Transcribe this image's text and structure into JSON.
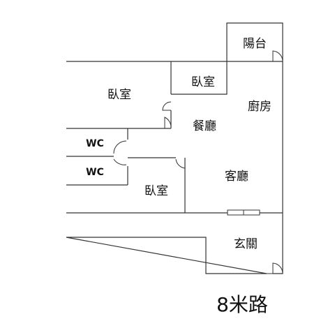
{
  "floorplan": {
    "rooms": {
      "balcony": "陽台",
      "bedroom_top_left": "臥室",
      "bedroom_small": "臥室",
      "kitchen": "廚房",
      "dining": "餐廳",
      "wc_upper": "WC",
      "wc_lower": "WC",
      "living": "客廳",
      "bedroom_bottom": "臥室",
      "entrance": "玄關"
    },
    "road_label": "8米路"
  }
}
